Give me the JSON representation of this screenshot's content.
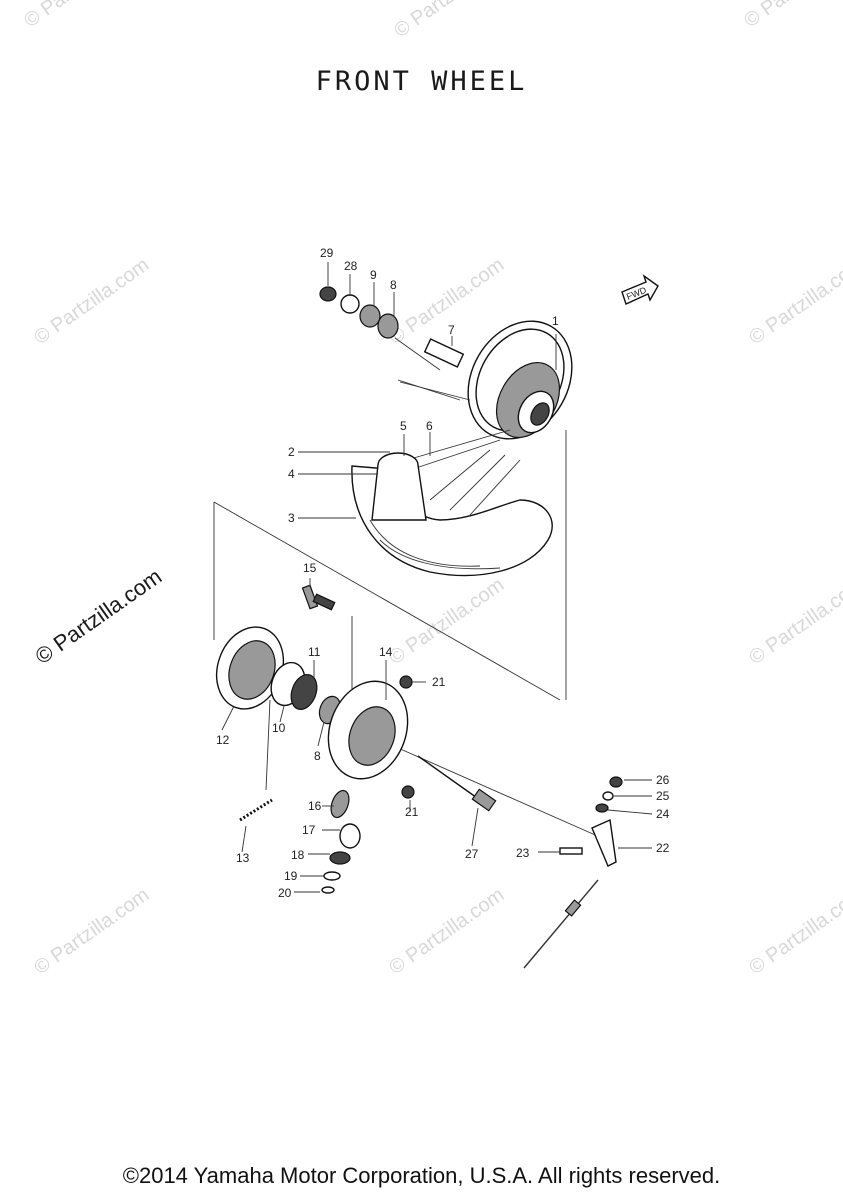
{
  "title": "FRONT WHEEL",
  "fwd_label": "FWD",
  "watermark_text": "© Partzilla.com",
  "side_watermark": "© Partzilla.com",
  "copyright": "©2014 Yamaha Motor Corporation, U.S.A. All rights reserved.",
  "callouts": [
    "1",
    "2",
    "3",
    "4",
    "5",
    "6",
    "7",
    "8",
    "8",
    "9",
    "10",
    "11",
    "12",
    "13",
    "14",
    "15",
    "16",
    "17",
    "18",
    "19",
    "20",
    "21",
    "21",
    "22",
    "23",
    "24",
    "25",
    "26",
    "27",
    "28",
    "29"
  ]
}
